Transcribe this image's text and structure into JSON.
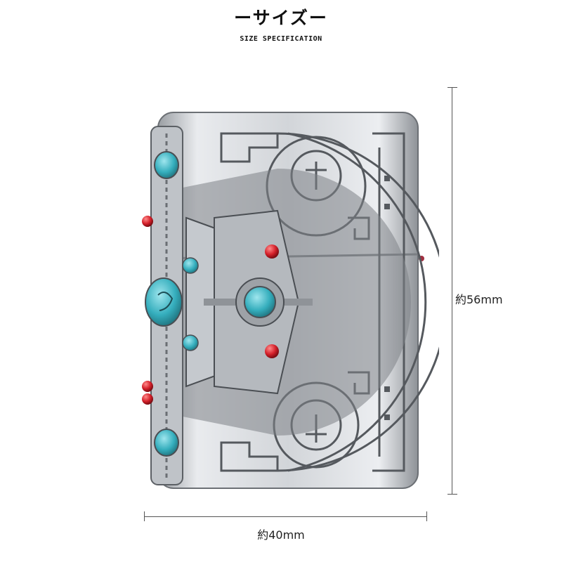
{
  "header": {
    "title": "ーサイズー",
    "subtitle": "SIZE SPECIFICATION"
  },
  "dimensions": {
    "height_label": "約56mm",
    "width_label": "約40mm"
  },
  "colors": {
    "silver": "#c9ccd0",
    "dark_etch": "#5e6165",
    "turquoise": "#3fb7c4",
    "red_stone": "#d4202a"
  },
  "product": {
    "icon": "zippo-lighter-image"
  }
}
